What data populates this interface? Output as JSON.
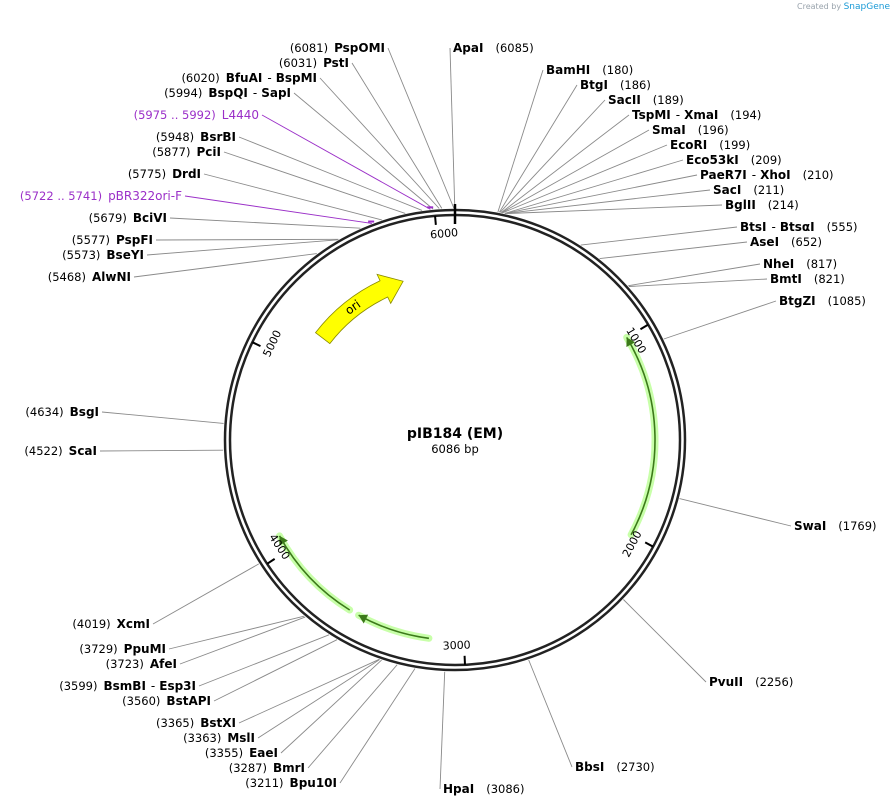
{
  "credit": {
    "prefix": "Created by",
    "brand": "SnapGene"
  },
  "plasmid": {
    "name": "pIB184 (EM)",
    "length_label": "6086 bp",
    "length": 6086
  },
  "ticks": [
    {
      "label": "1000",
      "bp": 1000
    },
    {
      "label": "2000",
      "bp": 2000
    },
    {
      "label": "3000",
      "bp": 3000
    },
    {
      "label": "4000",
      "bp": 4000
    },
    {
      "label": "5000",
      "bp": 5000
    },
    {
      "label": "6000",
      "bp": 6000
    }
  ],
  "features": [
    {
      "name": "ori",
      "start": 5200,
      "end": 5780,
      "color": "#ffff00",
      "type": "ori"
    },
    {
      "name": "",
      "start": 1000,
      "end": 2000,
      "color": "#b6ff8c",
      "type": "cds"
    },
    {
      "name": "",
      "start": 3580,
      "end": 4080,
      "color": "#b6ff8c",
      "type": "cds"
    },
    {
      "name": "",
      "start": 3170,
      "end": 3530,
      "color": "#b6ff8c",
      "type": "cds"
    }
  ],
  "sites": [
    {
      "id": "apai",
      "name": "ApaI",
      "pos": "(6085)",
      "bp": 6085,
      "side": "R",
      "color": "black"
    },
    {
      "id": "bamhi",
      "name": "BamHI",
      "pos": "(180)",
      "bp": 180,
      "side": "R",
      "color": "black"
    },
    {
      "id": "btgi",
      "name": "BtgI",
      "pos": "(186)",
      "bp": 186,
      "side": "R",
      "color": "black"
    },
    {
      "id": "sacii",
      "name": "SacII",
      "pos": "(189)",
      "bp": 189,
      "side": "R",
      "color": "black"
    },
    {
      "id": "tspmi",
      "name": "TspMI",
      "name2": "XmaI",
      "pos": "(194)",
      "bp": 194,
      "side": "R",
      "color": "black"
    },
    {
      "id": "smai",
      "name": "SmaI",
      "pos": "(196)",
      "bp": 196,
      "side": "R",
      "color": "black"
    },
    {
      "id": "ecori",
      "name": "EcoRI",
      "pos": "(199)",
      "bp": 199,
      "side": "R",
      "color": "black"
    },
    {
      "id": "eco53ki",
      "name": "Eco53kI",
      "pos": "(209)",
      "bp": 209,
      "side": "R",
      "color": "black"
    },
    {
      "id": "paer7i",
      "name": "PaeR7I",
      "name2": "XhoI",
      "pos": "(210)",
      "bp": 210,
      "side": "R",
      "color": "black"
    },
    {
      "id": "saci",
      "name": "SacI",
      "pos": "(211)",
      "bp": 211,
      "side": "R",
      "color": "black"
    },
    {
      "id": "bglii",
      "name": "BglII",
      "pos": "(214)",
      "bp": 214,
      "side": "R",
      "color": "black"
    },
    {
      "id": "btsi",
      "name": "BtsI",
      "name2": "BtsαI",
      "pos": "(555)",
      "bp": 555,
      "side": "R",
      "color": "black"
    },
    {
      "id": "asei",
      "name": "AseI",
      "pos": "(652)",
      "bp": 652,
      "side": "R",
      "color": "black"
    },
    {
      "id": "nhei",
      "name": "NheI",
      "pos": "(817)",
      "bp": 817,
      "side": "R",
      "color": "black"
    },
    {
      "id": "bmti",
      "name": "BmtI",
      "pos": "(821)",
      "bp": 821,
      "side": "R",
      "color": "black"
    },
    {
      "id": "btgzi",
      "name": "BtgZI",
      "pos": "(1085)",
      "bp": 1085,
      "side": "R",
      "color": "black"
    },
    {
      "id": "swai",
      "name": "SwaI",
      "pos": "(1769)",
      "bp": 1769,
      "side": "R",
      "color": "black"
    },
    {
      "id": "pvuii",
      "name": "PvuII",
      "pos": "(2256)",
      "bp": 2256,
      "side": "R",
      "color": "black"
    },
    {
      "id": "bbsi",
      "name": "BbsI",
      "pos": "(2730)",
      "bp": 2730,
      "side": "R",
      "color": "black"
    },
    {
      "id": "hpai",
      "name": "HpaI",
      "pos": "(3086)",
      "bp": 3086,
      "side": "R",
      "color": "black"
    },
    {
      "id": "pspomi",
      "name": "PspOMI",
      "pos": "(6081)",
      "bp": 6081,
      "side": "L",
      "color": "black"
    },
    {
      "id": "psti",
      "name": "PstI",
      "pos": "(6031)",
      "bp": 6031,
      "side": "L",
      "color": "black"
    },
    {
      "id": "bfuai",
      "name": "BfuAI",
      "name2": "BspMI",
      "pos": "(6020)",
      "bp": 6020,
      "side": "L",
      "color": "black"
    },
    {
      "id": "bspqi",
      "name": "BspQI",
      "name2": "SapI",
      "pos": "(5994)",
      "bp": 5994,
      "side": "L",
      "color": "black"
    },
    {
      "id": "l4440",
      "name": "L4440",
      "pos": "(5975 .. 5992)",
      "bp": 5983,
      "side": "L",
      "color": "purple"
    },
    {
      "id": "bsrbi",
      "name": "BsrBI",
      "pos": "(5948)",
      "bp": 5948,
      "side": "L",
      "color": "black"
    },
    {
      "id": "pcii",
      "name": "PciI",
      "pos": "(5877)",
      "bp": 5877,
      "side": "L",
      "color": "black"
    },
    {
      "id": "drdi",
      "name": "DrdI",
      "pos": "(5775)",
      "bp": 5775,
      "side": "L",
      "color": "black"
    },
    {
      "id": "pbr322ori",
      "name": "pBR322ori-F",
      "pos": "(5722 .. 5741)",
      "bp": 5731,
      "side": "L",
      "color": "purple"
    },
    {
      "id": "bcivi",
      "name": "BciVI",
      "pos": "(5679)",
      "bp": 5679,
      "side": "L",
      "color": "black"
    },
    {
      "id": "pspfi",
      "name": "PspFI",
      "pos": "(5577)",
      "bp": 5577,
      "side": "L",
      "color": "black"
    },
    {
      "id": "bseyi",
      "name": "BseYI",
      "pos": "(5573)",
      "bp": 5573,
      "side": "L",
      "color": "black"
    },
    {
      "id": "alwni",
      "name": "AlwNI",
      "pos": "(5468)",
      "bp": 5468,
      "side": "L",
      "color": "black"
    },
    {
      "id": "bsgi",
      "name": "BsgI",
      "pos": "(4634)",
      "bp": 4634,
      "side": "L",
      "color": "black"
    },
    {
      "id": "scai",
      "name": "ScaI",
      "pos": "(4522)",
      "bp": 4522,
      "side": "L",
      "color": "black"
    },
    {
      "id": "xcmi",
      "name": "XcmI",
      "pos": "(4019)",
      "bp": 4019,
      "side": "L",
      "color": "black"
    },
    {
      "id": "ppumi",
      "name": "PpuMI",
      "pos": "(3729)",
      "bp": 3729,
      "side": "L",
      "color": "black"
    },
    {
      "id": "afei",
      "name": "AfeI",
      "pos": "(3723)",
      "bp": 3723,
      "side": "L",
      "color": "black"
    },
    {
      "id": "bsmbi",
      "name": "BsmBI",
      "name2": "Esp3I",
      "pos": "(3599)",
      "bp": 3599,
      "side": "L",
      "color": "black"
    },
    {
      "id": "bstapi",
      "name": "BstAPI",
      "pos": "(3560)",
      "bp": 3560,
      "side": "L",
      "color": "black"
    },
    {
      "id": "bstxi",
      "name": "BstXI",
      "pos": "(3365)",
      "bp": 3365,
      "side": "L",
      "color": "black"
    },
    {
      "id": "msli",
      "name": "MslI",
      "pos": "(3363)",
      "bp": 3363,
      "side": "L",
      "color": "black"
    },
    {
      "id": "eaei",
      "name": "EaeI",
      "pos": "(3355)",
      "bp": 3355,
      "side": "L",
      "color": "black"
    },
    {
      "id": "bmri",
      "name": "BmrI",
      "pos": "(3287)",
      "bp": 3287,
      "side": "L",
      "color": "black"
    },
    {
      "id": "bpu10i",
      "name": "Bpu10I",
      "pos": "(3211)",
      "bp": 3211,
      "side": "L",
      "color": "black"
    }
  ]
}
